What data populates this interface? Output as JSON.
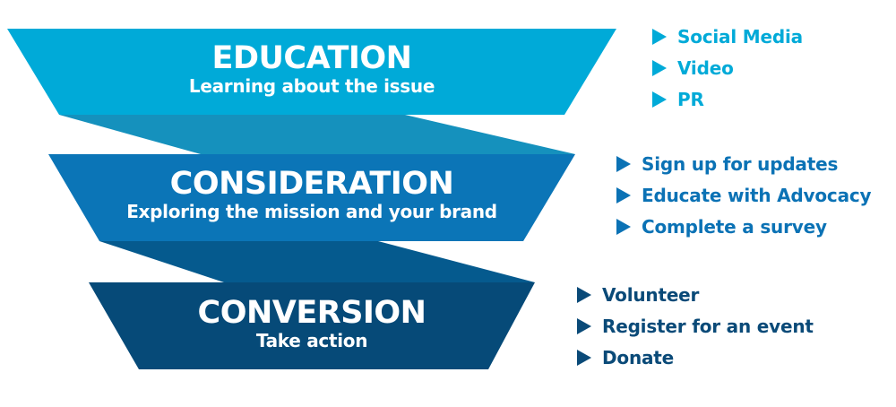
{
  "colors": {
    "education": "#00aad8",
    "connector1": "#1591bd",
    "consideration": "#0b75b7",
    "connector2": "#055a8e",
    "conversion": "#064a78"
  },
  "stages": [
    {
      "title": "EDUCATION",
      "subtitle": "Learning about the issue",
      "actions": [
        "Social Media",
        "Video",
        "PR"
      ]
    },
    {
      "title": "CONSIDERATION",
      "subtitle": "Exploring the mission and your brand",
      "actions": [
        "Sign up for updates",
        "Educate with Advocacy",
        "Complete a survey"
      ]
    },
    {
      "title": "CONVERSION",
      "subtitle": "Take action",
      "actions": [
        "Volunteer",
        "Register for an event",
        "Donate"
      ]
    }
  ]
}
